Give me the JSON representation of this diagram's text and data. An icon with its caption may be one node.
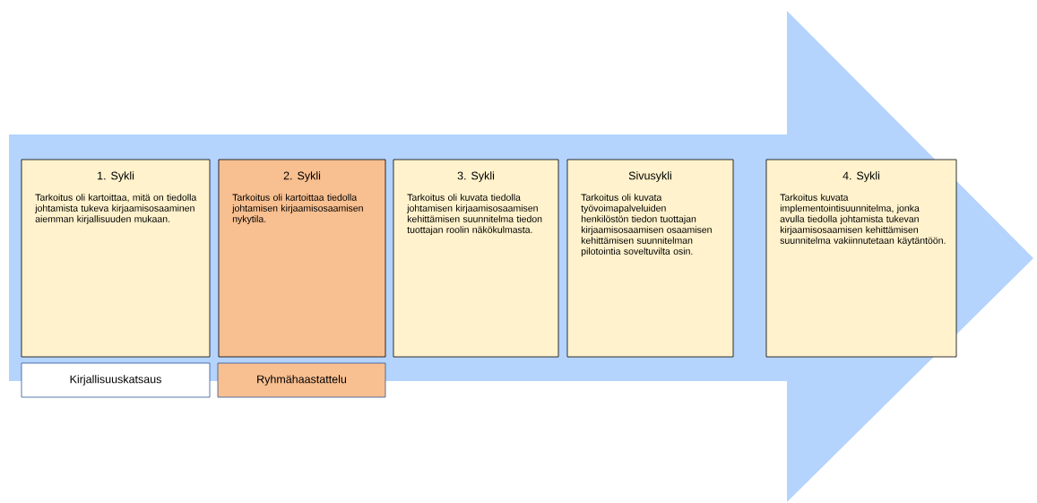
{
  "diagram": {
    "nodes": [
      {
        "text": [
          "1. Sykli",
          "Tarkoitus oli kartoittaa, mitä on tiedolla johtamista tukeva kirjaamisosaaminen aiemman kirjallisuuden mukaan."
        ]
      },
      {
        "text": [
          "2. Sykli",
          "Tarkoitus oli kartoittaa tiedolla johtamisen kirjaamisosaamisen nykytila."
        ]
      },
      {
        "text": [
          "3. Sykli",
          "Tarkoitus oli kuvata tiedolla johtamisen kirjaamisosaamisen kehittämisen suunnitelma tiedon tuottajan roolin näkökulmasta."
        ]
      },
      {
        "text": [
          "Sivusykli",
          "Tarkoitus oli kuvata työvoimapalveluiden henkilöstön tiedon tuottajan kirjaamisosaamisen osaamisen kehittämisen suunnitelman pilotointia soveltuvilta osin."
        ]
      },
      {
        "text": [
          "4. Sykli",
          "Tarkoitus kuvata implementointisuunnitelma, jonka avulla tiedolla johtamista tukevan kirjaamisosaamisen kehittämisen suunnitelma vakiinnutetaan käytäntöön."
        ]
      },
      {
        "text": [
          "Kirjallisuuskatsaus"
        ]
      },
      {
        "text": [
          "Ryhmähaastattelu"
        ]
      }
    ]
  }
}
